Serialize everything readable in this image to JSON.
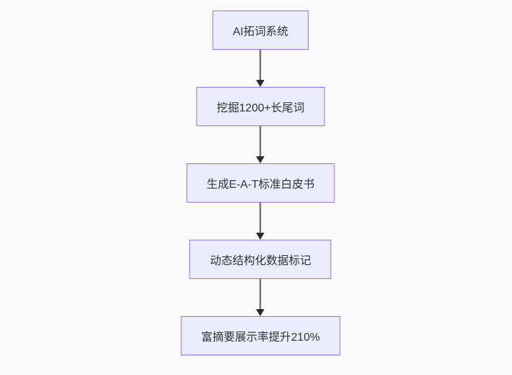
{
  "page": {
    "background_color": "#fafafa"
  },
  "flowchart": {
    "type": "flowchart",
    "direction": "top-down",
    "node_fill_color": "#ECECFF",
    "node_border_color": "#9370DB",
    "edge_line_color": "#555555",
    "arrowhead_color": "#2a2a2a",
    "text_color": "#333333",
    "nodes": [
      {
        "label": "AI拓词系统"
      },
      {
        "label": "挖掘1200+长尾词"
      },
      {
        "label": "生成E-A-T标准白皮书"
      },
      {
        "label": "动态结构化数据标记"
      },
      {
        "label": "富摘要展示率提升210%"
      }
    ],
    "edges": [
      {
        "from": 0,
        "to": 1,
        "arrow": "down"
      },
      {
        "from": 1,
        "to": 2,
        "arrow": "down"
      },
      {
        "from": 2,
        "to": 3,
        "arrow": "down"
      },
      {
        "from": 3,
        "to": 4,
        "arrow": "down"
      }
    ]
  }
}
